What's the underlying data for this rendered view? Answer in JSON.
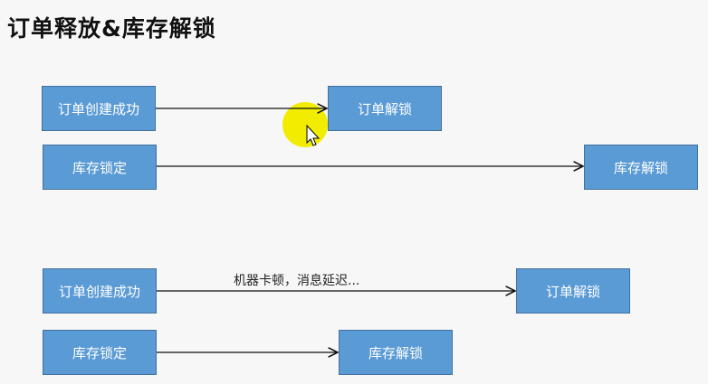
{
  "title": "订单释放&库存解锁",
  "scenario1": {
    "order_created": "订单创建成功",
    "order_unlock": "订单解锁",
    "stock_locked": "库存锁定",
    "stock_unlock": "库存解锁"
  },
  "scenario2": {
    "order_created": "订单创建成功",
    "order_unlock": "订单解锁",
    "stock_locked": "库存锁定",
    "stock_unlock": "库存解锁",
    "delay_note": "机器卡顿，消息延迟..."
  },
  "colors": {
    "box": "#5b9bd5",
    "highlight": "#f2ec00"
  }
}
